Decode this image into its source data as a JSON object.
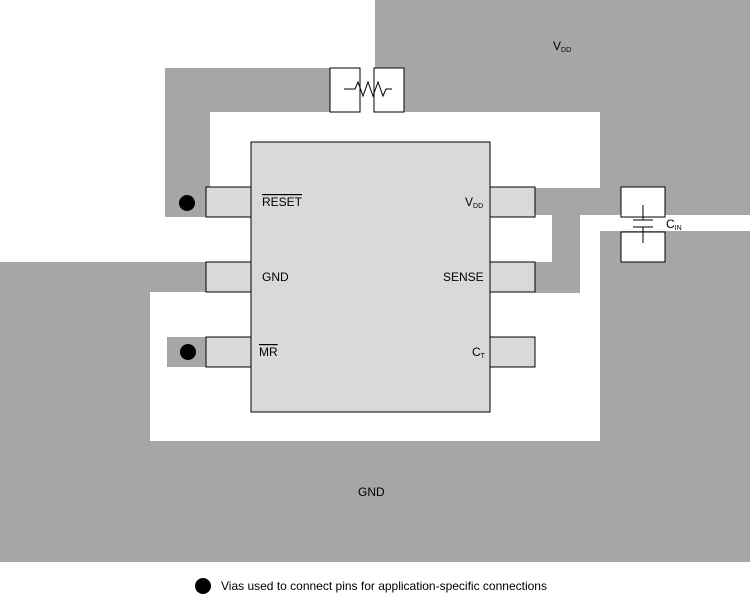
{
  "labels": {
    "vdd_region_main": "V",
    "vdd_region_sub": "DD",
    "gnd_region": "GND",
    "cin_main": "C",
    "cin_sub": "IN"
  },
  "pins": {
    "reset": "RESET",
    "gnd": "GND",
    "mr": "MR",
    "vdd_main": "V",
    "vdd_sub": "DD",
    "sense": "SENSE",
    "ct_main": "C",
    "ct_sub": "T"
  },
  "legend": {
    "text": "Vias used to connect pins for application-specific connections"
  },
  "colors": {
    "copper": "#a6a6a6",
    "chip_body": "#d9d9d9",
    "pad": "#d9d9d9",
    "outline": "#000000",
    "via": "#000000"
  }
}
